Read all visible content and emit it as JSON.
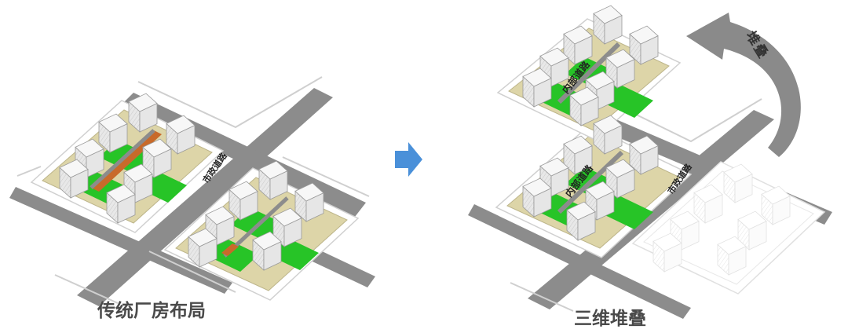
{
  "left_caption": "传统厂房布局",
  "right_caption": "三维堆叠",
  "stack_label": "堆叠",
  "road_label_left": "市政道路",
  "road_label_right": "市政道路",
  "road_label_layer1": "内部道路",
  "road_label_layer2": "内部道路",
  "colors": {
    "road": "#8c8c8c",
    "road_edge": "#cfcfcf",
    "lot": "#ddd5a8",
    "grass": "#27c427",
    "building": "#f2f2f2",
    "inner_path": "#c86a2a",
    "arrow_blue": "#4a90d9",
    "stack_arrow": "#8a8a8a"
  },
  "icons": [
    "right-arrow-icon",
    "curved-stack-arrow-icon"
  ]
}
